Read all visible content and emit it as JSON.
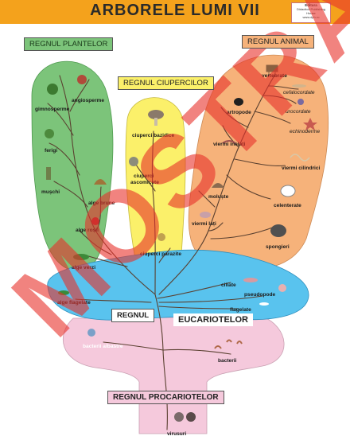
{
  "header": {
    "title": "ARBORELE LUMI VII"
  },
  "stamp": {
    "line1": "Editura",
    "line2": "Didactică Publishing House",
    "line3": "www.dph.ro"
  },
  "kingdoms": {
    "plants": "REGNUL PLANTELOR",
    "animals": "REGNUL ANIMAL",
    "fungi": "REGNUL CIUPERCILOR",
    "eukaryotes_a": "REGNUL",
    "eukaryotes_b": "EUCARIOTELOR",
    "prokaryotes": "REGNUL PROCARIOTELOR"
  },
  "plants": {
    "gimnosperme": "gimnosperme",
    "angiosperme": "angiosperme",
    "ferigi": "ferigi",
    "muschi": "mușchi",
    "alge_brune": "alge brune",
    "alge_rosii": "alge roșii",
    "alge_verzi": "alge verzi"
  },
  "fungi": {
    "bazidice": "ciuperci bazidice",
    "ascomicete_1": "ciuperci",
    "ascomicete_2": "ascomicete",
    "parazite": "ciuperci parazite"
  },
  "animals": {
    "vertebrate": "vertebrate",
    "cefalocordate": "cefalocordate",
    "urocordate": "urocordate",
    "echinoderme": "echinoderme",
    "artropode": "artropode",
    "viermi_inelati": "viermi inelați",
    "viermi_cilindrici": "viermi cilindrici",
    "moluste": "moluște",
    "celenterate": "celenterate",
    "viermi_lati": "viermi lați",
    "spongieri": "spongieri"
  },
  "protists": {
    "alge_flagelate": "alge flagelate",
    "ciliate": "ciliate",
    "pseudopode": "pseudopode",
    "flagelate": "flagelate"
  },
  "prokaryotes": {
    "bacterii_albastre": "bacterii albastre",
    "bacterii": "bacterii",
    "virusuri": "virusuri"
  },
  "watermark": "MOSTRA",
  "colors": {
    "header": "#f4a21c",
    "plants": "#7cc47a",
    "fungi": "#fbf06a",
    "animals": "#f6b27a",
    "eukaryotes": "#59c3ee",
    "prokaryotes": "#f5c9dc",
    "watermark": "#e8302a"
  }
}
